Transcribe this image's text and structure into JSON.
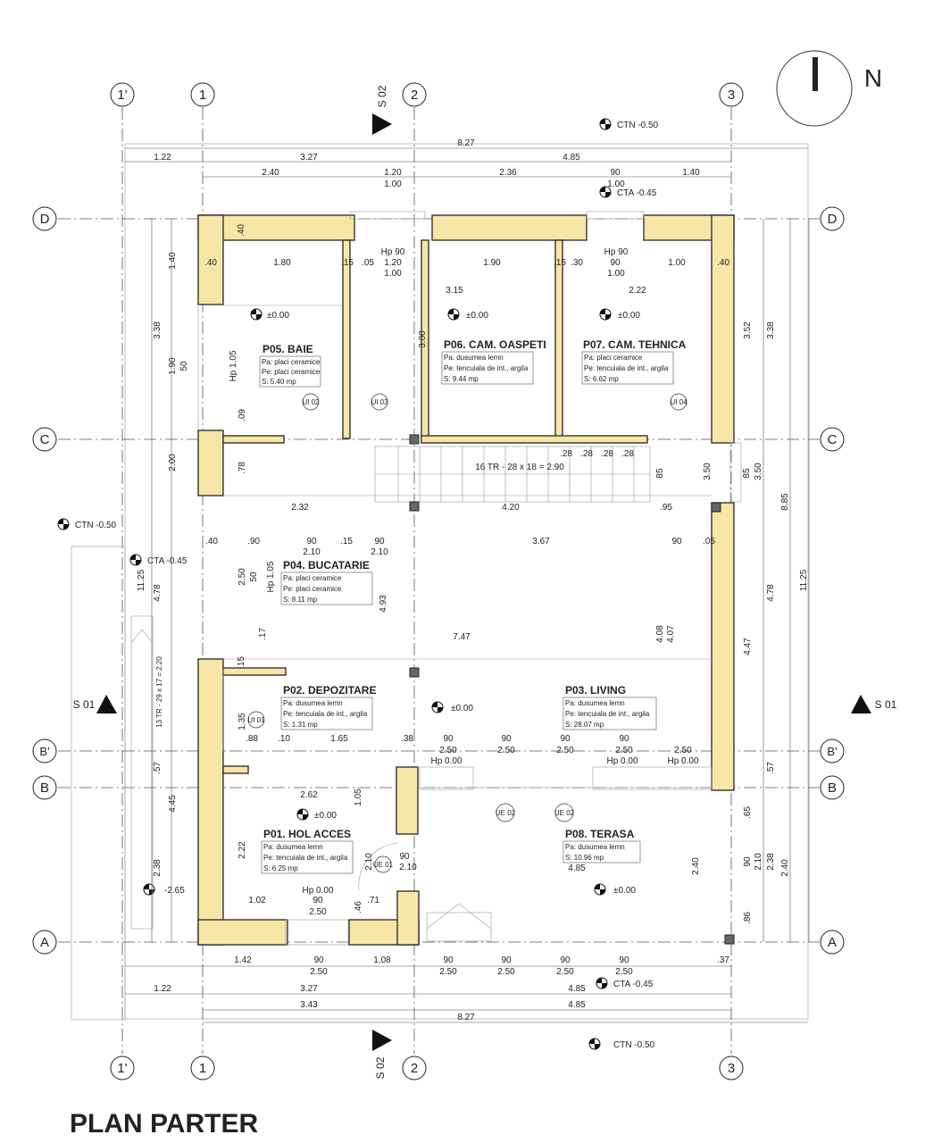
{
  "title": "PLAN PARTER",
  "north": "N",
  "axes": {
    "vertical": [
      "1'",
      "1",
      "2",
      "3"
    ],
    "horizontal": [
      "D",
      "C",
      "B'",
      "B",
      "A"
    ]
  },
  "sections": {
    "s01": "S 01",
    "s02": "S 02"
  },
  "levels": {
    "ctn_top": "CTN -0.50",
    "cta_top": "CTA -0.45",
    "ctn_left": "CTN -0.50",
    "cta_left": "CTA -0.45",
    "cta_bottom": "CTA -0.45",
    "ctn_bottom": "CTN -0.50",
    "zero": "±0.00",
    "stair_out": "-2.65"
  },
  "rooms": [
    {
      "name": "P05. BAIE",
      "pa": "Pa: placi ceramice",
      "pe": "Pe: placi ceramice",
      "s": "S: 5.40 mp"
    },
    {
      "name": "P06. CAM. OASPETI",
      "pa": "Pa: dusumea lemn",
      "pe": "Pe: tencuiala de int., argila",
      "s": "S: 9.44 mp"
    },
    {
      "name": "P07. CAM. TEHNICA",
      "pa": "Pa: placi ceramice",
      "pe": "Pe: tencuiala de int., argila",
      "s": "S: 6.62 mp"
    },
    {
      "name": "P04. BUCATARIE",
      "pa": "Pa: placi ceramice",
      "pe": "Pe: placi ceramice",
      "s": "S: 8.11 mp"
    },
    {
      "name": "P02. DEPOZITARE",
      "pa": "Pa: dusumea lemn",
      "pe": "Pe: tencuiala de int., argila",
      "s": "S: 1.31 mp"
    },
    {
      "name": "P03. LIVING",
      "pa": "Pa: dusumea lemn",
      "pe": "Pe: tencuiala de int., argila",
      "s": "S: 28.07 mp"
    },
    {
      "name": "P01. HOL ACCES",
      "pa": "Pa: dusumea lemn",
      "pe": "Pe: tencuiala de int., argila",
      "s": "S: 6.25 mp"
    },
    {
      "name": "P08. TERASA",
      "pa": "Pa: dusumea lemn",
      "s": "S: 10.96 mp"
    }
  ],
  "stairs": {
    "main": "16 TR - 28 x 18 = 2.90",
    "ext": "13 TR - 29 x 17 = 2.20"
  },
  "doors": [
    "UI 02",
    "UI 03",
    "UI 04",
    "UI 01",
    "UE 02",
    "UE 02",
    "UE 01"
  ],
  "hp": [
    "Hp 90",
    "Hp 90",
    "Hp 1.05",
    "Hp 1.05",
    "Hp 0.00",
    "Hp 0.00",
    "Hp 0.00",
    "Hp 0.00"
  ],
  "dims": {
    "top1": [
      "8.27"
    ],
    "top2": [
      "1.22",
      "3.27",
      "4.85"
    ],
    "top3": [
      "2.40",
      "1.20",
      "2.36",
      "90",
      "1.40"
    ],
    "top3b": [
      "1.00",
      "1.00"
    ],
    "bot1": [
      "1.42",
      "90",
      "1.08",
      "90",
      "90",
      "90",
      "90",
      ".37"
    ],
    "bot1b": [
      "2.50",
      "2.50",
      "2.50",
      "2.50",
      "2.50"
    ],
    "bot2": [
      "1.22",
      "3.27",
      "4.85"
    ],
    "bot3": [
      "3.43",
      "4.85"
    ],
    "bot4": [
      "8.27"
    ],
    "left_outer": [
      "11.25"
    ],
    "right_outer": [
      "8.85",
      "11.25"
    ],
    "misc": [
      "1.80",
      "1.90",
      "1.00",
      "1.20",
      "1.00",
      "1.00",
      "90",
      ".05",
      ".15",
      ".15",
      ".30",
      ".40",
      ".40",
      ".40",
      "3.15",
      "2.22",
      "3.00",
      "3.38",
      "3.52",
      "3.38",
      "1.40",
      "1.90",
      "50",
      "2.00",
      "2.32",
      "4.20",
      ".95",
      "3.50",
      "3.50",
      "85",
      "85",
      ".78",
      ".40",
      ".90",
      "90",
      ".15",
      "90",
      "3.67",
      "90",
      ".05",
      "2.10",
      "2.10",
      "2.50",
      "50",
      "4.93",
      "4.78",
      "4.78",
      "4.47",
      "4.08",
      "4.07",
      "7.47",
      ".15",
      ".17",
      "1.35",
      ".88",
      ".10",
      "1.65",
      ".38",
      "90",
      "90",
      "90",
      "90",
      "2.50",
      "2.50",
      "2.50",
      "2.50",
      "2.62",
      "1.05",
      "2.22",
      "4.45",
      "2.38",
      "2.10",
      "90",
      "2.10",
      "1.02",
      "90",
      ".71",
      ".46",
      "2.50",
      "4.85",
      "2.40",
      ".65",
      "90",
      "2.10",
      "2.38",
      "2.40",
      ".86",
      ".57",
      ".57",
      ".09",
      ".28",
      ".28",
      ".28",
      ".28",
      "2.50"
    ]
  },
  "colors": {
    "wall": "#f7e6a6",
    "line": "#333333"
  }
}
